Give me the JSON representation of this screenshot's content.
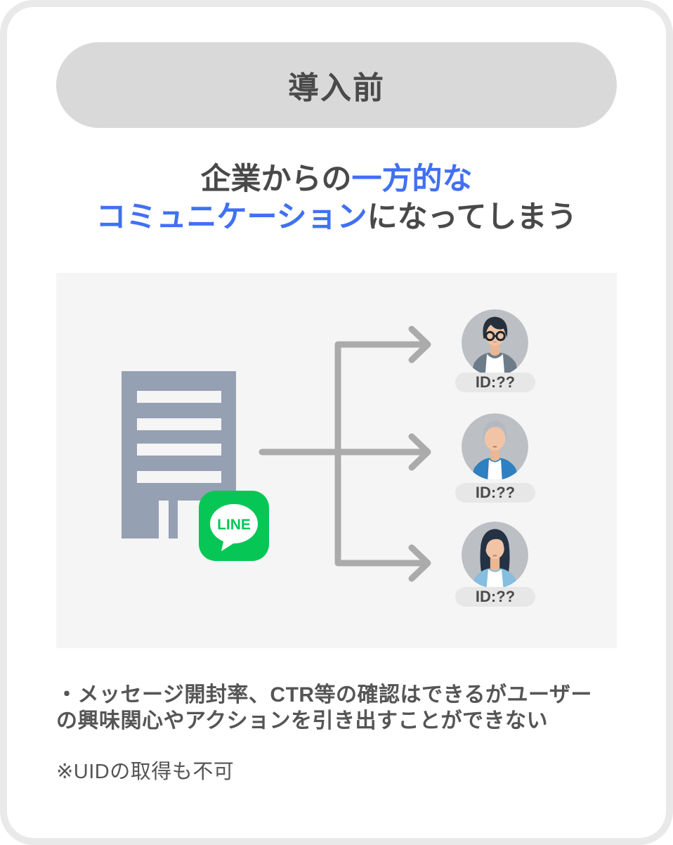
{
  "card": {
    "badge_label": "導入前"
  },
  "heading": {
    "part1_dark": "企業からの",
    "part2_blue": "一方的な",
    "part3_blue": "コミュニケーション",
    "part4_dark": "になってしまう",
    "text_color": "#494949",
    "accent_color": "#4170f2"
  },
  "diagram": {
    "panel_bg": "#f5f5f6",
    "building_icon": "office-building-icon",
    "building_color": "#96a0b3",
    "arrow_color": "#ababab",
    "line_badge": {
      "label": "LINE",
      "bg": "#06c755"
    },
    "recipients": [
      {
        "avatar": "man-with-glasses",
        "id_label": "ID:??"
      },
      {
        "avatar": "gray-haired-man",
        "id_label": "ID:??"
      },
      {
        "avatar": "woman-long-hair",
        "id_label": "ID:??"
      }
    ],
    "avatar_bg": "#bcbfc3",
    "id_pill_bg": "#e7e7e7"
  },
  "notes": {
    "bullet_line1": "・メッセージ開封率、CTR等の確認はできるがユーザー",
    "bullet_line2": "の興味関心やアクションを引き出すことができない",
    "footnote": "※UIDの取得も不可"
  }
}
